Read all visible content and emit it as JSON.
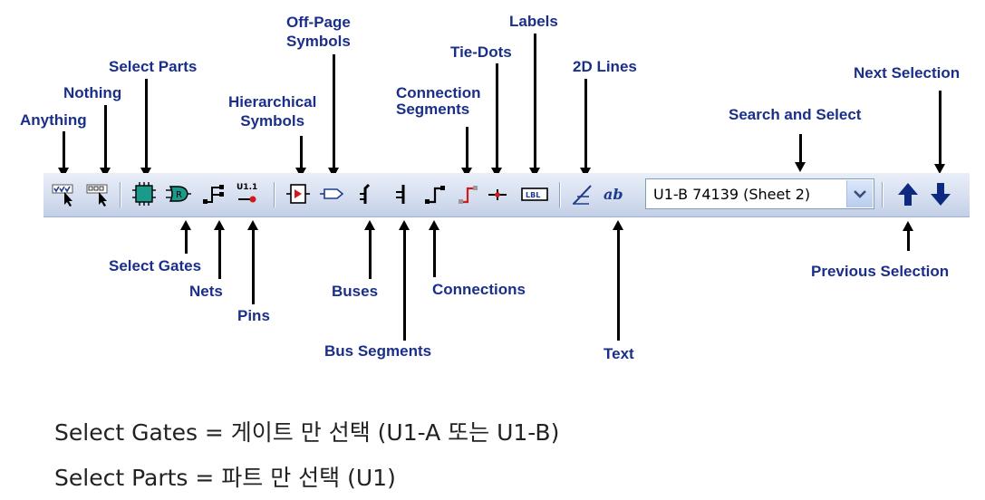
{
  "callouts": {
    "anything": "Anything",
    "nothing": "Nothing",
    "select_parts": "Select Parts",
    "hierarchical_symbols": "Hierarchical\nSymbols",
    "off_page_symbols": "Off-Page\nSymbols",
    "connection_segments": "Connection\nSegments",
    "tie_dots": "Tie-Dots",
    "labels": "Labels",
    "lines_2d": "2D Lines",
    "search_and_select": "Search and Select",
    "next_selection": "Next Selection",
    "select_gates": "Select Gates",
    "nets": "Nets",
    "pins": "Pins",
    "buses": "Buses",
    "bus_segments": "Bus Segments",
    "connections": "Connections",
    "text": "Text",
    "previous_selection": "Previous Selection"
  },
  "toolbar": {
    "pins_icon_label": "U1.1",
    "labels_icon_label": "LBL",
    "text_icon_label": "ab",
    "search_value": "U1-B 74139 (Sheet 2)"
  },
  "notes": {
    "line1": "Select Gates = 게이트 만 선택 (U1-A 또는 U1-B)",
    "line2": "Select Parts = 파트 만 선택 (U1)"
  },
  "colors": {
    "callout_text": "#1a2f8a",
    "toolbar_bg": "#d6dff0",
    "icon_blue": "#1f3b8c",
    "icon_red": "#d11a1a"
  }
}
